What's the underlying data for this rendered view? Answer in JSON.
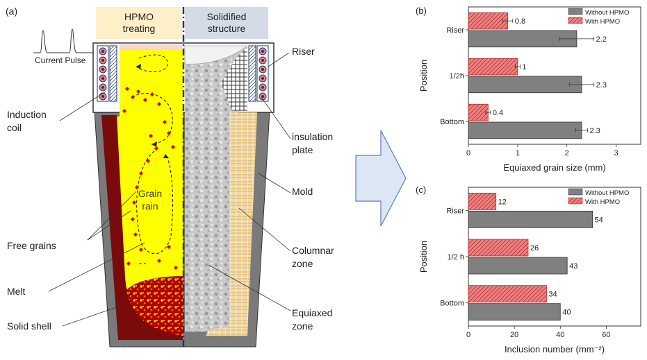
{
  "panel_a": {
    "tag": "(a)",
    "header_left": "HPMO\ntreating",
    "header_right": "Solidified\nstructure",
    "current_pulse": "Current Pulse",
    "grain_rain": "Grain\nrain",
    "labels_left": {
      "induction_coil": "Induction\ncoil",
      "free_grains": "Free grains",
      "melt": "Melt",
      "solid_shell": "Solid shell"
    },
    "labels_right": {
      "riser": "Riser",
      "insulation_plate": "insulation\nplate",
      "mold": "Mold",
      "columnar_zone": "Columnar\nzone",
      "equiaxed_zone": "Equiaxed\nzone"
    },
    "colors": {
      "melt": "#ffff00",
      "shell": "#7b0a0a",
      "mold": "#777777",
      "header_left_bg": "#fdf0c8",
      "header_right_bg": "#d5dbe6",
      "divider": "#1f3864"
    }
  },
  "chart_data": [
    {
      "panel": "(b)",
      "type": "bar",
      "orientation": "horizontal",
      "categories": [
        "Riser",
        "1/2h",
        "Bottom"
      ],
      "series": [
        {
          "name": "Without HPMO",
          "values": [
            2.2,
            2.3,
            2.3
          ],
          "errors": [
            0.35,
            0.25,
            0.12
          ],
          "color": "#808080"
        },
        {
          "name": "With HPMO",
          "values": [
            0.8,
            1,
            0.4
          ],
          "errors": [
            0.1,
            0.05,
            0.05
          ],
          "color": "#f08080"
        }
      ],
      "value_labels": [
        [
          "2.2",
          "2.3",
          "2.3"
        ],
        [
          "0.8",
          "1",
          "0.4"
        ]
      ],
      "xlabel": "Equiaxed grain size (mm)",
      "ylabel": "Position",
      "xlim": [
        0,
        3.5
      ],
      "xticks": [
        "0",
        "1",
        "2",
        "3"
      ],
      "legend": "top-right",
      "grid": false
    },
    {
      "panel": "(c)",
      "type": "bar",
      "orientation": "horizontal",
      "categories": [
        "Riser",
        "1/2 h",
        "Bottom"
      ],
      "series": [
        {
          "name": "Without HPMO",
          "values": [
            54,
            43,
            40
          ],
          "color": "#808080"
        },
        {
          "name": "With HPMO",
          "values": [
            12,
            26,
            34
          ],
          "color": "#f08080"
        }
      ],
      "value_labels": [
        [
          "54",
          "43",
          "40"
        ],
        [
          "12",
          "26",
          "34"
        ]
      ],
      "xlabel": "Inclusion number (mm⁻²)",
      "ylabel": "Position",
      "xlim": [
        0,
        75
      ],
      "xticks": [
        "0",
        "20",
        "40",
        "60"
      ],
      "legend": "top-right",
      "grid": false
    }
  ]
}
